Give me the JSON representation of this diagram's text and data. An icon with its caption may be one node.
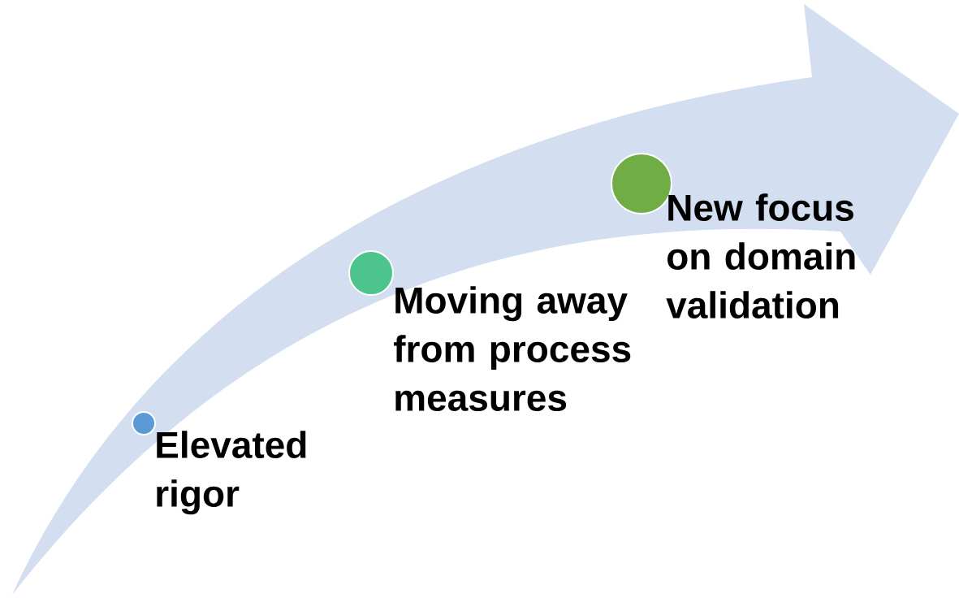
{
  "diagram": {
    "nodes": [
      {
        "text": [],
        "shape": "circle",
        "beside": [
          "Elevated rigor"
        ]
      },
      {
        "text": [],
        "shape": "circle",
        "beside": [
          "Moving away from process measures"
        ]
      },
      {
        "text": [],
        "shape": "circle",
        "beside": [
          "New focus on domain validation"
        ]
      }
    ]
  }
}
